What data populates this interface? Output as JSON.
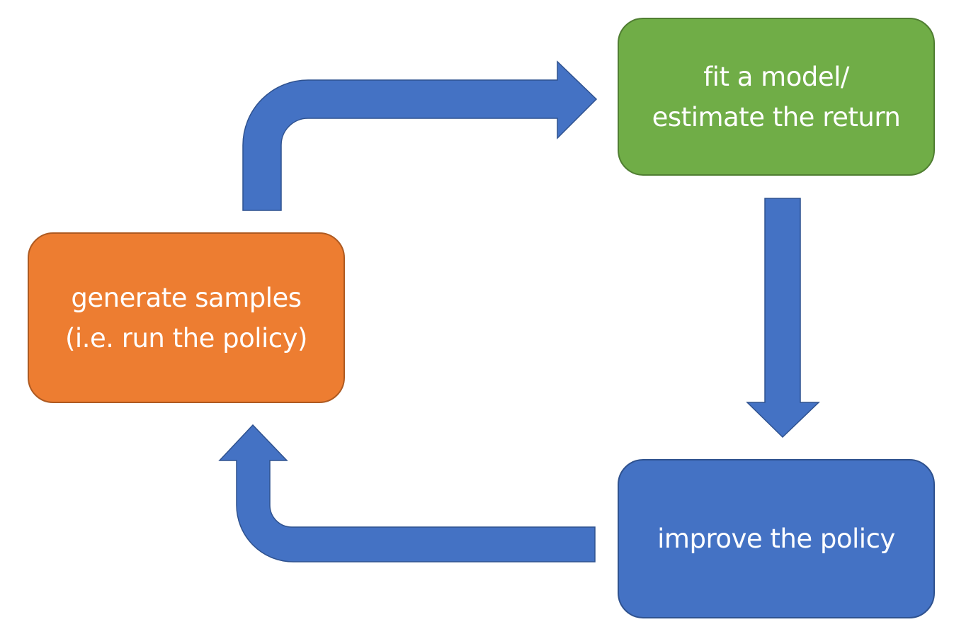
{
  "diagram": {
    "type": "cycle",
    "nodes": [
      {
        "id": "fit",
        "lines": [
          "fit a model/",
          "estimate the return"
        ],
        "color": "#70ad47",
        "border": "#507e32"
      },
      {
        "id": "improve",
        "lines": [
          "improve the policy"
        ],
        "color": "#4472c4",
        "border": "#2f528f"
      },
      {
        "id": "generate",
        "lines": [
          "generate samples",
          "(i.e. run the policy)"
        ],
        "color": "#ed7d31",
        "border": "#ae5a21"
      }
    ],
    "edges": [
      {
        "from": "generate",
        "to": "fit"
      },
      {
        "from": "fit",
        "to": "improve"
      },
      {
        "from": "improve",
        "to": "generate"
      }
    ],
    "arrow_color": "#4472c4",
    "arrow_border": "#2f528f"
  }
}
